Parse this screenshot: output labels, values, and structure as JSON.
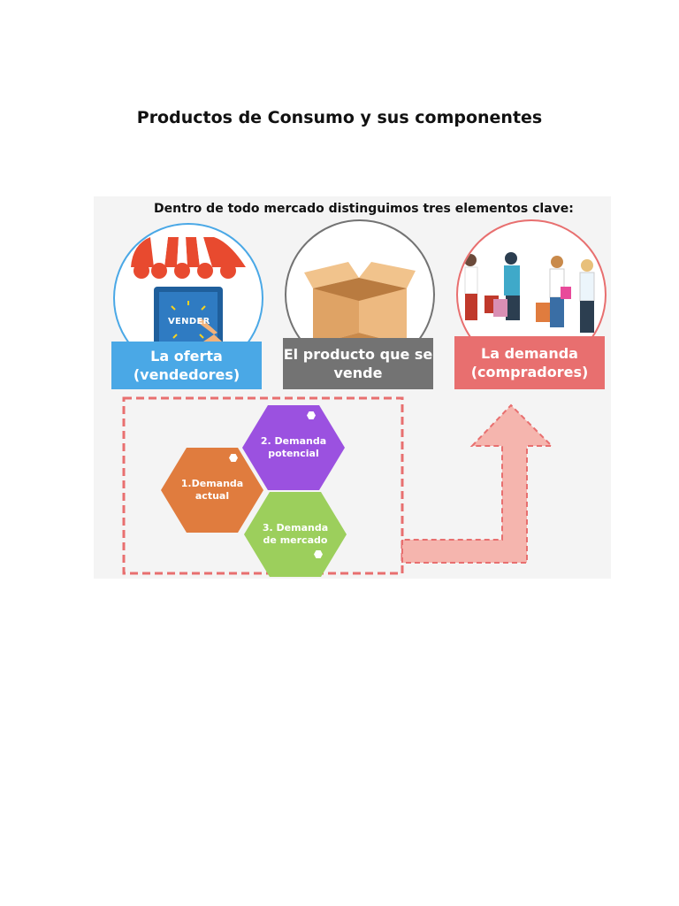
{
  "title": "Productos de Consumo y sus componentes",
  "subtitle": "Dentro de todo mercado distinguimos tres elementos clave:",
  "elements": [
    {
      "line1": "La oferta",
      "line2": "(vendedores)",
      "color": "#4aa8e6",
      "image_text": "VENDER"
    },
    {
      "line1": "El producto que se",
      "line2": "vende",
      "color": "#737373"
    },
    {
      "line1": "La demanda",
      "line2": "(compradores)",
      "color": "#e86f6f"
    }
  ],
  "demand_types": [
    {
      "line1": "1.Demanda",
      "line2": "actual",
      "color": "#e07c3e"
    },
    {
      "line1": "2. Demanda",
      "line2": "potencial",
      "color": "#9b51e0"
    },
    {
      "line1": "3. Demanda",
      "line2": "de mercado",
      "color": "#9ccf5c"
    }
  ],
  "colors": {
    "dashed_border": "#e86f6f",
    "arrow_fill": "#f5b5ae",
    "panel_background": "#f4f4f4"
  },
  "icons": [
    "storefront-icon",
    "cardboard-box-icon",
    "shoppers-icon",
    "hand-pointer-icon"
  ]
}
